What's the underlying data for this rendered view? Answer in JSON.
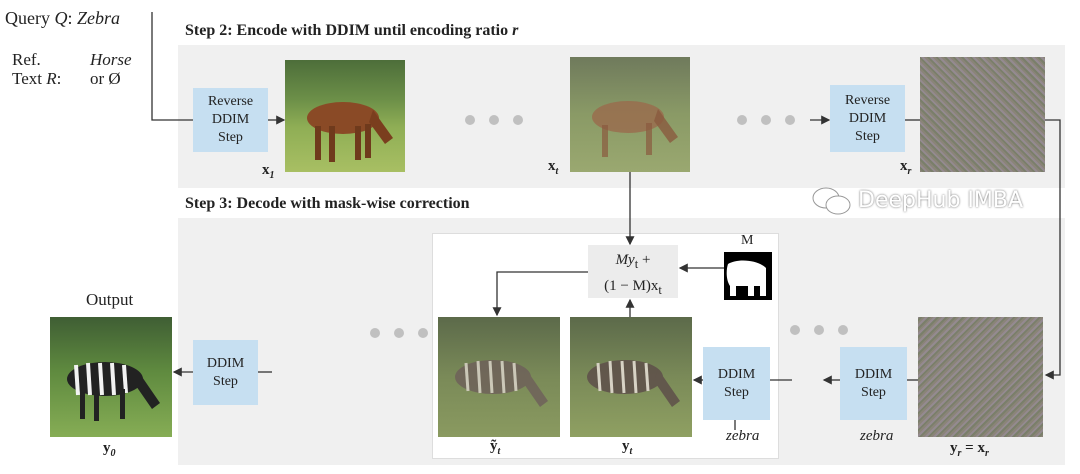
{
  "query": {
    "label": "Query",
    "var": "Q",
    "value": "Zebra"
  },
  "ref": {
    "line1": "Ref.",
    "line2": "Text",
    "var": "R",
    "value1": "Horse",
    "value2": "or Ø"
  },
  "step2": {
    "title": "Step 2: Encode with DDIM until encoding ratio ",
    "title_var": "r",
    "box1": [
      "Reverse",
      "DDIM",
      "Step"
    ],
    "box2": [
      "Reverse",
      "DDIM",
      "Step"
    ],
    "labels": {
      "x1": "x",
      "x1_sub": "1",
      "xt": "x",
      "xt_sub": "t",
      "xr": "x",
      "xr_sub": "r"
    }
  },
  "step3": {
    "title": "Step 3: Decode with mask-wise correction",
    "formula_line1": "My",
    "formula_line1_sub": "t",
    "formula_line1_tail": " +",
    "formula_line2": "(1 − M)x",
    "formula_line2_sub": "t",
    "mask_label": "M",
    "ddim": [
      "DDIM",
      "Step"
    ],
    "zebra_prompt": "zebra",
    "labels": {
      "yt_tilde": "ỹ",
      "yt_tilde_sub": "t",
      "yt": "y",
      "yt_sub": "t",
      "yr": "y",
      "yr_sub": "r",
      "eq": " = x",
      "xr_sub": "r",
      "y0": "y",
      "y0_sub": "0"
    },
    "output_label": "Output"
  },
  "watermark": "DeepHub IMBA",
  "colors": {
    "box": "#c6dff1",
    "panel": "#f0f0f0"
  }
}
